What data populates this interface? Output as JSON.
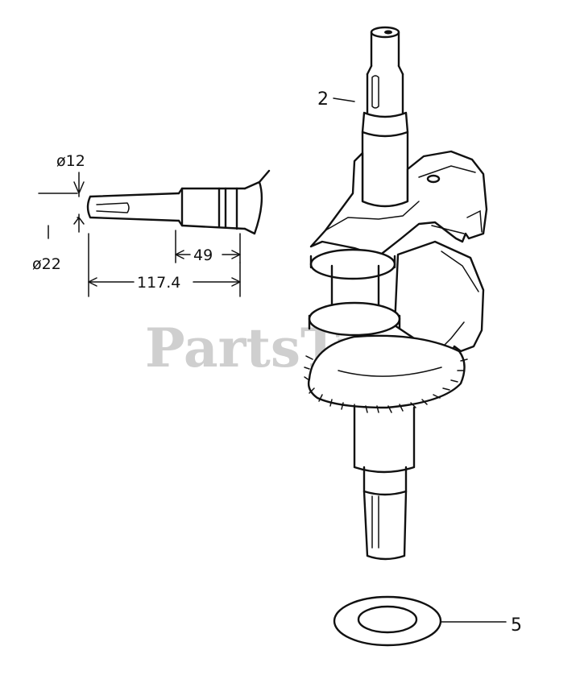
{
  "watermark": "PartsTree",
  "callouts": {
    "crankshaft": "2",
    "washer": "5"
  },
  "dimensions": {
    "small_diameter": "ø12",
    "large_diameter": "ø22",
    "shoulder_length": "49",
    "overall_length": "117.4"
  },
  "icons": [
    "crankshaft-drawing",
    "washer-drawing",
    "shaft-end-detail-drawing"
  ]
}
